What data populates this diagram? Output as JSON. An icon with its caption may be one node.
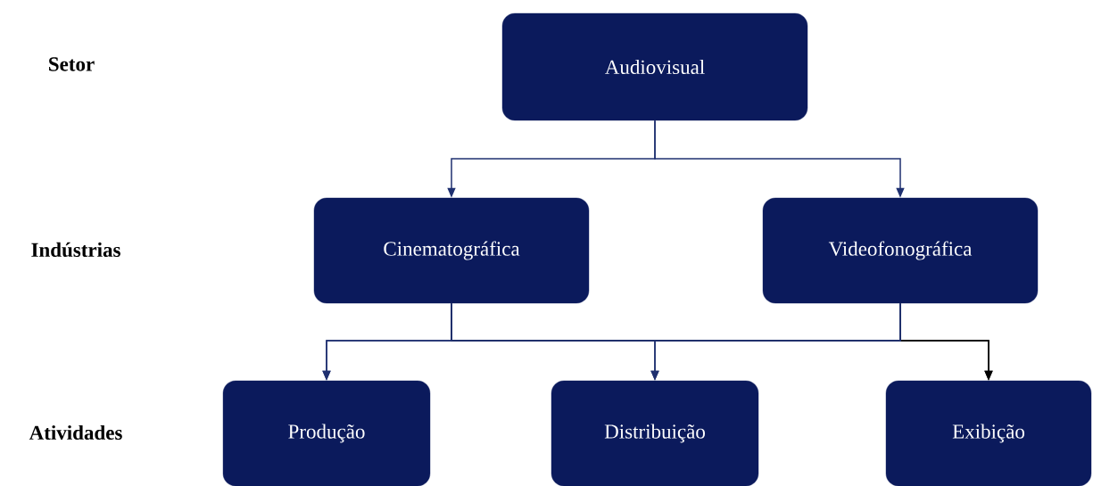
{
  "diagram": {
    "nodes": [
      {
        "text": [
          "Audiovisual"
        ]
      },
      {
        "text": [
          "Cinematográfica"
        ]
      },
      {
        "text": [
          "Videofonográfica"
        ]
      },
      {
        "text": [
          "Produção"
        ]
      },
      {
        "text": [
          "Distribuição"
        ]
      },
      {
        "text": [
          "Exibição"
        ]
      }
    ],
    "edges": [
      {
        "from": 0,
        "to": 1,
        "arrow": "to"
      },
      {
        "from": 0,
        "to": 2,
        "arrow": "to"
      },
      {
        "from": 1,
        "to": 3,
        "arrow": "to"
      },
      {
        "from": 1,
        "to": 4,
        "arrow": "to"
      },
      {
        "from": 1,
        "to": 5,
        "arrow": "to",
        "color": "#000000"
      },
      {
        "from": 2,
        "to": 3,
        "arrow": "to"
      },
      {
        "from": 2,
        "to": 4,
        "arrow": "to"
      },
      {
        "from": 2,
        "to": 5,
        "arrow": "to",
        "color": "#000000"
      }
    ],
    "labels": [
      "Setor",
      "Indústrias",
      "Atividades"
    ]
  }
}
